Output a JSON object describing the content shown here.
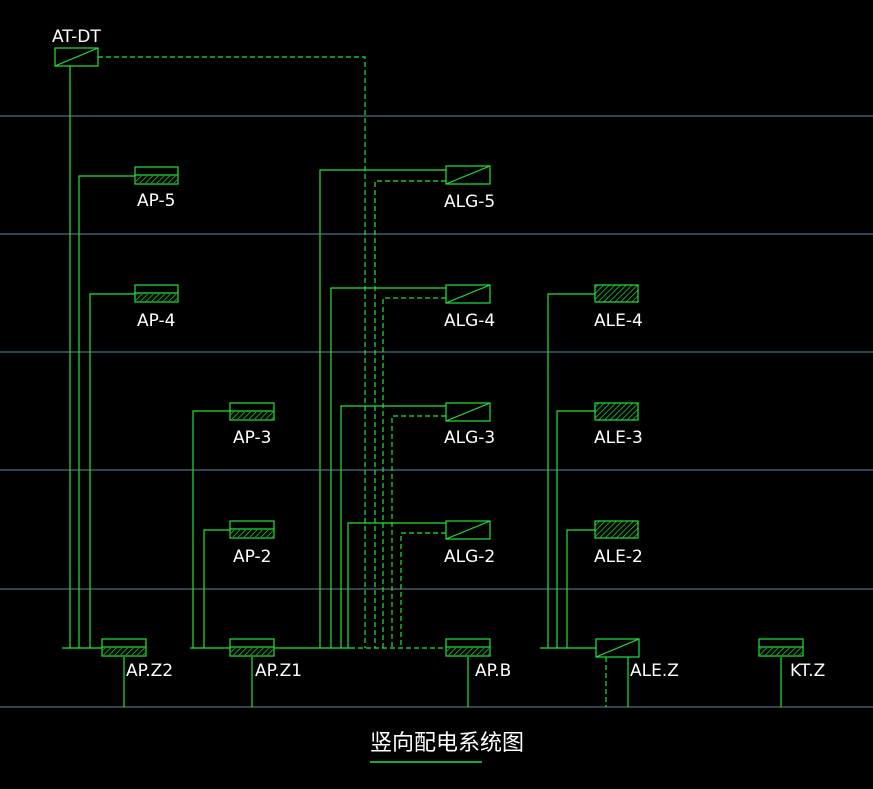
{
  "title": "竖向配电系统图",
  "colors": {
    "background": "#000000",
    "wire": "#22e23a",
    "floor_line": "#5f8aa8",
    "text": "#ffffff"
  },
  "panels": {
    "at_dt": "AT-DT",
    "ap5": "AP-5",
    "ap4": "AP-4",
    "ap3": "AP-3",
    "ap2": "AP-2",
    "apz2": "AP.Z2",
    "apz1": "AP.Z1",
    "apb": "AP.B",
    "alg5": "ALG-5",
    "alg4": "ALG-4",
    "alg3": "ALG-3",
    "alg2": "ALG-2",
    "ale4": "ALE-4",
    "ale3": "ALE-3",
    "ale2": "ALE-2",
    "alez": "ALE.Z",
    "ktz": "KT.Z"
  }
}
